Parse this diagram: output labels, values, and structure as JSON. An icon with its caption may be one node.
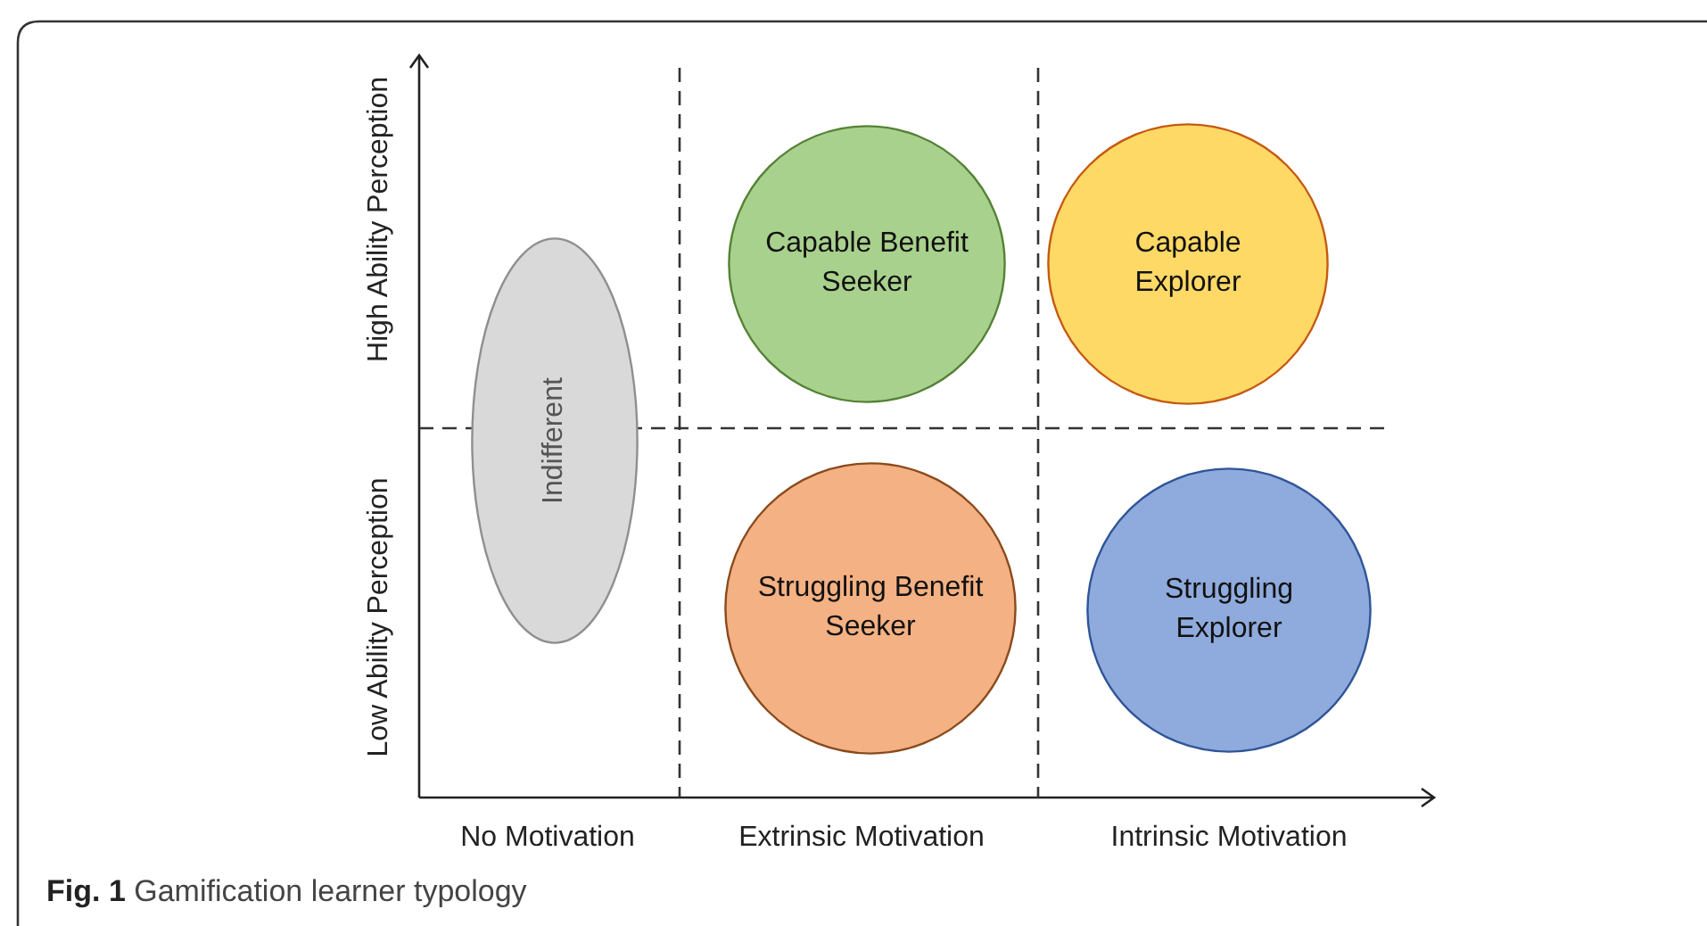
{
  "diagram": {
    "caption": "**Fig. 1** Gamification learner typology",
    "nodes": [
      {
        "text": [
          "Indifferent"
        ]
      },
      {
        "text": [
          "Capable Benefit Seeker"
        ]
      },
      {
        "text": [
          "Capable Explorer"
        ]
      },
      {
        "text": [
          "Struggling Benefit Seeker"
        ]
      },
      {
        "text": [
          "Struggling Explorer"
        ]
      }
    ],
    "labels": [
      "High Ability Perception",
      "Low Ability Perception",
      "No Motivation",
      "Extrinsic Motivation",
      "Intrinsic Motivation"
    ]
  }
}
